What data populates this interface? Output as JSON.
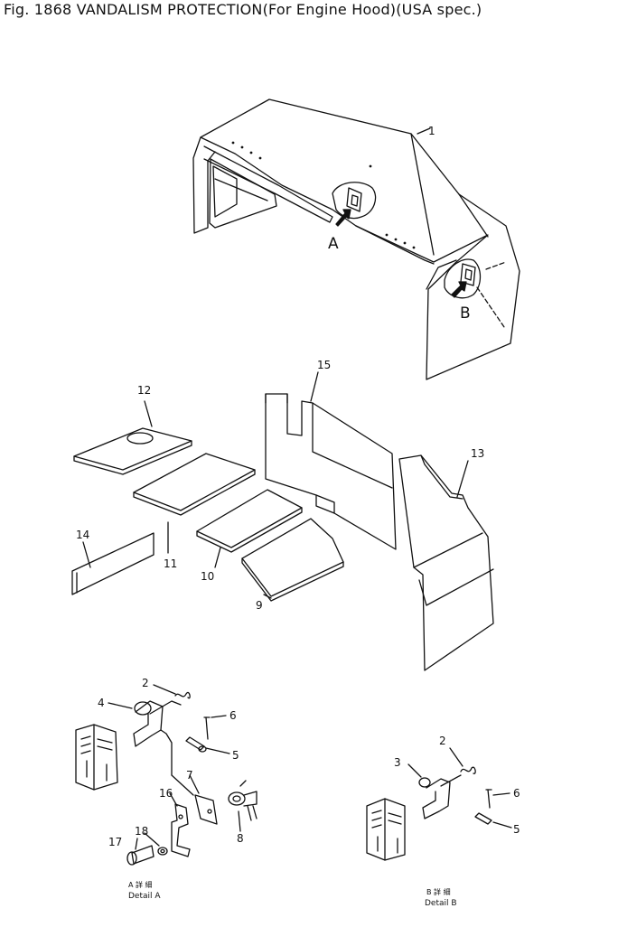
{
  "title": "Fig. 1868 VANDALISM PROTECTION(For Engine Hood)(USA spec.)",
  "view_labels": {
    "a": "A",
    "b": "B"
  },
  "callouts": {
    "n1": "1",
    "n2a": "2",
    "n2b": "2",
    "n3": "3",
    "n4": "4",
    "n5a": "5",
    "n5b": "5",
    "n6a": "6",
    "n6b": "6",
    "n7": "7",
    "n8": "8",
    "n9": "9",
    "n10": "10",
    "n11": "11",
    "n12": "12",
    "n13": "13",
    "n14": "14",
    "n15": "15",
    "n16": "16",
    "n17": "17",
    "n18": "18"
  },
  "detail_a": {
    "kana": "A 詳 細",
    "label": "Detail A"
  },
  "detail_b": {
    "kana": "B 詳 細",
    "label": "Detail B"
  },
  "colors": {
    "ink": "#111111",
    "background": "#ffffff"
  }
}
